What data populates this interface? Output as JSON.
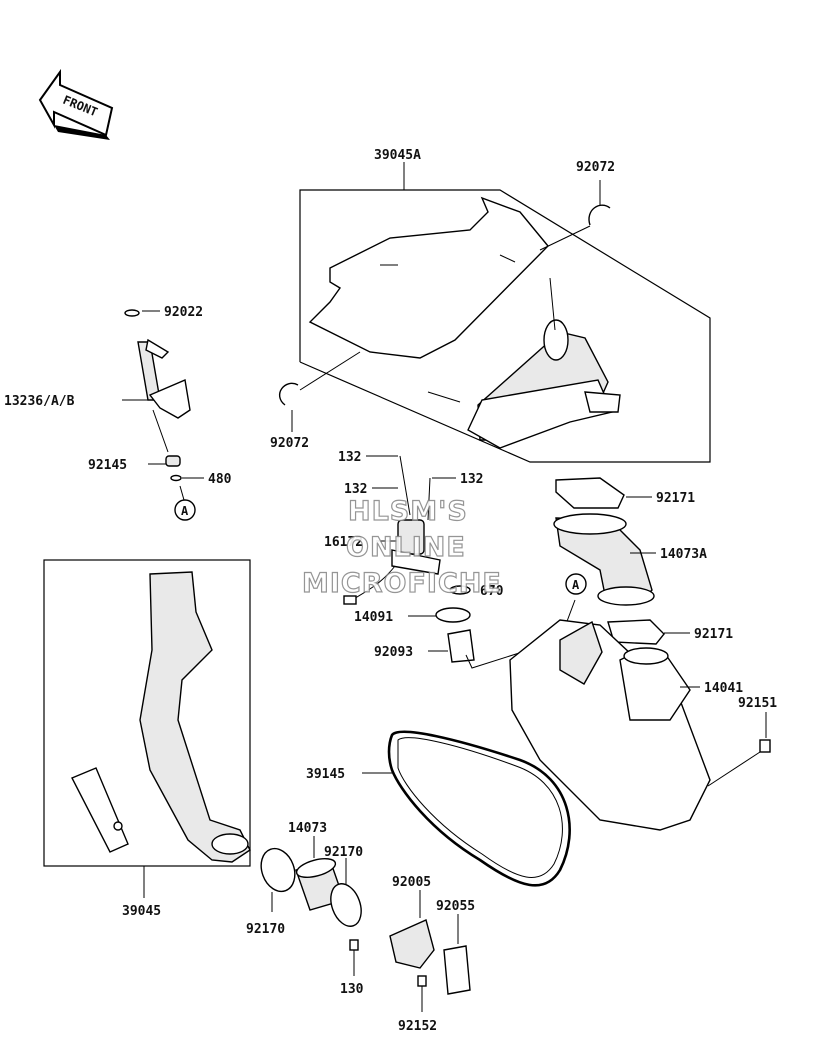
{
  "front_label": "FRONT",
  "callout_a": "A",
  "watermark": [
    "HLSM'S",
    "ONLINE",
    "MICROFICHE"
  ],
  "parts": {
    "p39045A": "39045A",
    "p92072_top": "92072",
    "p92072_left": "92072",
    "p92022": "92022",
    "p13236": "13236/A/B",
    "p92145": "92145",
    "p480": "480",
    "p132_a": "132",
    "p132_b": "132",
    "p132_c": "132",
    "p16172": "16172",
    "p670": "670",
    "p14091": "14091",
    "p92093": "92093",
    "p92171_top": "92171",
    "p14073A": "14073A",
    "p92171_mid": "92171",
    "p14041": "14041",
    "p92151": "92151",
    "p39145": "39145",
    "p14073": "14073",
    "p92170_top": "92170",
    "p92170_bot": "92170",
    "p39045": "39045",
    "p92005": "92005",
    "p92055": "92055",
    "p130": "130",
    "p92152": "92152"
  },
  "colors": {
    "line": "#000000",
    "shade": "#e9e9e9",
    "watermark": "#8a8a8a"
  }
}
